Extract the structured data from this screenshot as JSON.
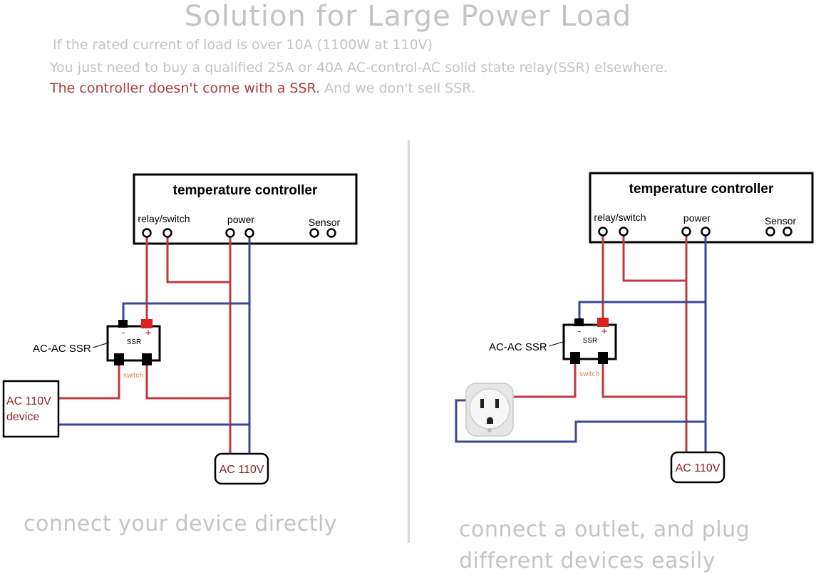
{
  "title": "Solution for Large Power Load",
  "intro": {
    "line1": "If the rated current of load is over 10A (1100W at 110V)",
    "line2": "You just need to buy a qualified 25A or 40A AC-control-AC solid state relay(SSR) elsewhere.",
    "line3_red": "The controller doesn't come with a SSR.",
    "line3_rest": " And we don't sell SSR."
  },
  "controller": {
    "title": "temperature controller",
    "relay_label": "relay/switch",
    "power_label": "power",
    "sensor_label": "Sensor"
  },
  "ssr": {
    "label": "AC-AC SSR",
    "inner_label": "SSR",
    "minus": "-",
    "plus": "+",
    "switch_label": "switch"
  },
  "left": {
    "device_line1": "AC 110V",
    "device_line2": "device",
    "source_label": "AC 110V",
    "caption": "connect your device directly"
  },
  "right": {
    "source_label": "AC 110V",
    "caption_line1": "connect a outlet, and plug",
    "caption_line2": "different devices easily"
  },
  "colors": {
    "hot_wire": "#c0393f",
    "neutral_wire": "#3d4596",
    "terminal_red": "#e02020",
    "label_red": "#8b1e1e",
    "switch_text": "#d9834a",
    "caption_gray": "#c4c4c4"
  }
}
